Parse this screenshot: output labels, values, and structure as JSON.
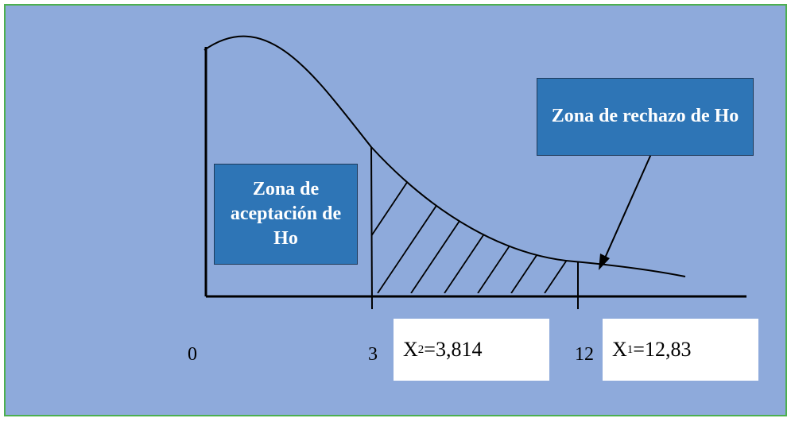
{
  "diagram": {
    "accept_label": "Zona de aceptación de Ho",
    "reject_label": "Zona de rechazo de Ho",
    "ticks": [
      "0",
      "3",
      "12"
    ],
    "x2_symbol": "X",
    "x2_exp": "2",
    "x2_value": "=3,814",
    "x1_symbol": "X",
    "x1_exp": "1",
    "x1_value": "=12,83",
    "colors": {
      "background": "#8eaadb",
      "frame_border": "#4caf50",
      "box_fill": "#2e75b6",
      "box_text": "#ffffff"
    }
  }
}
